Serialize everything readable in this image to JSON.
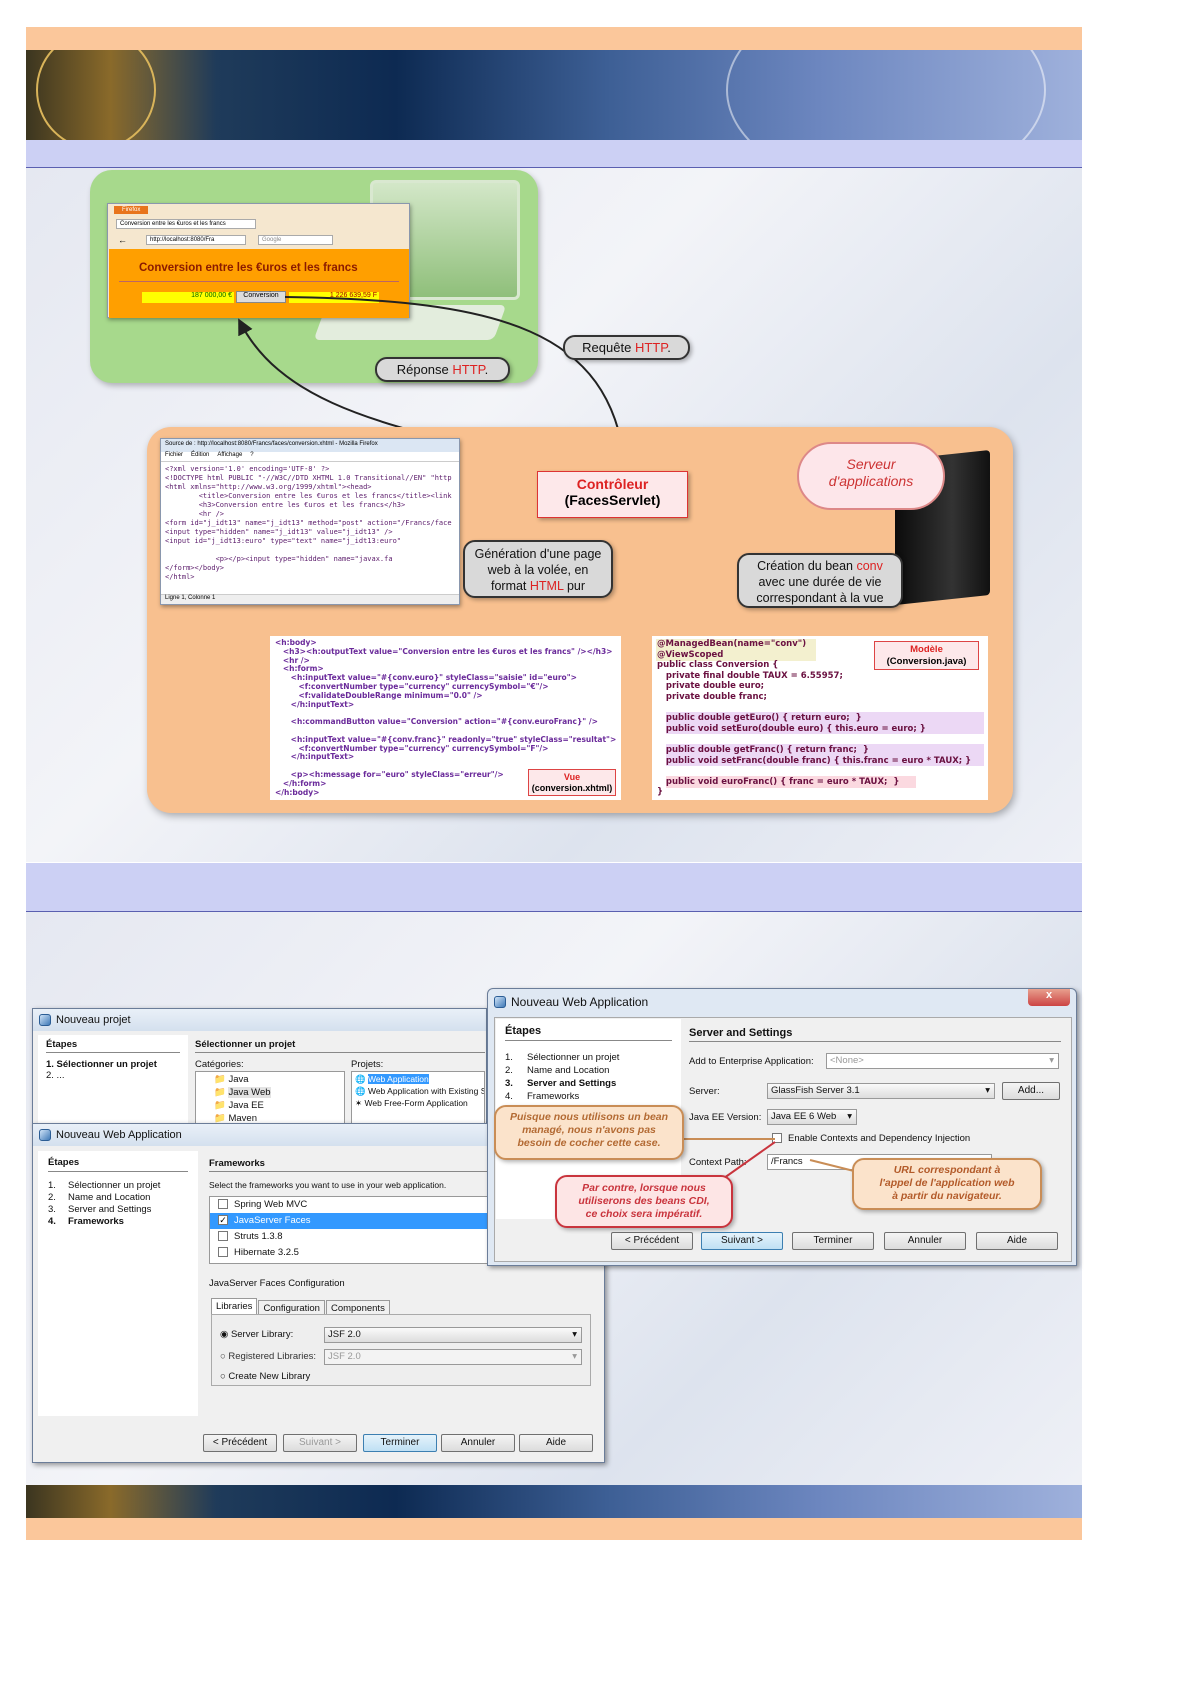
{
  "browser": {
    "menu": "Firefox",
    "tab": "Conversion entre les €uros et les francs",
    "url": "http://localhost:8080/Fra",
    "search": "Google",
    "heading": "Conversion entre les €uros et les francs",
    "euro_value": "187 000,00 €",
    "button": "Conversion",
    "franc_value": "1 226 639,59 F"
  },
  "bubbles": {
    "request_prefix": "Requête ",
    "request_http": "HTTP",
    "request_suffix": ".",
    "response_prefix": "Réponse ",
    "response_http": "HTTP",
    "response_suffix": ".",
    "generation_1": "Génération d'une page",
    "generation_2": "web  à la volée, en",
    "generation_3_prefix": "format ",
    "generation_3_html": "HTML",
    "generation_3_suffix": " pur",
    "creation_1_prefix": "Création du bean ",
    "creation_1_conv": "conv",
    "creation_2": "avec une durée de vie",
    "creation_3": "correspondant à la vue"
  },
  "controller": {
    "line1": "Contrôleur",
    "line2": "(FacesServlet)"
  },
  "server_cloud": {
    "line1": "Serveur",
    "line2": "d'applications"
  },
  "source_window": {
    "title": "Source de : http://localhost:8080/Francs/faces/conversion.xhtml - Mozilla Firefox",
    "menu": [
      "Fichier",
      "Édition",
      "Affichage",
      "?"
    ],
    "lines": [
      "<?xml version='1.0' encoding='UTF-8' ?>",
      "<!DOCTYPE html PUBLIC \"-//W3C//DTD XHTML 1.0 Transitional//EN\" \"http",
      "<html xmlns=\"http://www.w3.org/1999/xhtml\"><head>",
      "        <title>Conversion entre les €uros et les francs</title><link",
      "        <h3>Conversion entre les €uros et les francs</h3>",
      "        <hr />",
      "<form id=\"j_idt13\" name=\"j_idt13\" method=\"post\" action=\"/Francs/face",
      "<input type=\"hidden\" name=\"j_idt13\" value=\"j_idt13\" />",
      "<input id=\"j_idt13:euro\" type=\"text\" name=\"j_idt13:euro\"",
      "",
      "            <p></p><input type=\"hidden\" name=\"javax.fa",
      "</form></body>",
      "</html>"
    ],
    "status": "Ligne 1, Colonne 1"
  },
  "view_code": {
    "label1": "Vue",
    "label2": "(conversion.xhtml)",
    "lines": [
      "<h:body>",
      "   <h3><h:outputText value=\"Conversion entre les €uros et les francs\" /></h3>",
      "   <hr />",
      "   <h:form>",
      "      <h:inputText value=\"#{conv.euro}\" styleClass=\"saisie\" id=\"euro\">",
      "         <f:convertNumber type=\"currency\" currencySymbol=\"€\"/>",
      "         <f:validateDoubleRange minimum=\"0.0\" />",
      "      </h:inputText>",
      "",
      "      <h:commandButton value=\"Conversion\" action=\"#{conv.euroFranc}\" />",
      "",
      "      <h:inputText value=\"#{conv.franc}\" readonly=\"true\" styleClass=\"resultat\">",
      "         <f:convertNumber type=\"currency\" currencySymbol=\"F\"/>",
      "      </h:inputText>",
      "",
      "      <p><h:message for=\"euro\" styleClass=\"erreur\"/>",
      "   </h:form>",
      "</h:body>"
    ]
  },
  "model_code": {
    "label1": "Modèle",
    "label2": "(Conversion.java)",
    "lines": [
      "@ManagedBean(name=\"conv\")",
      "@ViewScoped",
      "public class Conversion {",
      "   private final double TAUX = 6.55957;",
      "   private double euro;",
      "   private double franc;",
      "",
      "   public double getEuro() { return euro;  }",
      "   public void setEuro(double euro) { this.euro = euro; }",
      "",
      "   public double getFranc() { return franc;  }",
      "   public void setFranc(double franc) { this.franc = euro * TAUX; }",
      "",
      "   public void euroFranc() { franc = euro * TAUX;  }",
      "}"
    ]
  },
  "dialog_project": {
    "title": "Nouveau projet",
    "steps_header": "Étapes",
    "steps": [
      "1.   Sélectionner un projet",
      "2.   ..."
    ],
    "panel_header": "Sélectionner un projet",
    "categories_label": "Catégories:",
    "categories": [
      "Java",
      "Java Web",
      "Java EE",
      "Maven"
    ],
    "projects_label": "Projets:",
    "projects": [
      "Web Application",
      "Web Application with Existing So",
      "Web Free-Form Application"
    ]
  },
  "dialog_frameworks": {
    "title": "Nouveau Web Application",
    "steps_header": "Étapes",
    "steps": [
      "1.",
      "2.",
      "3.",
      "4."
    ],
    "step_labels": [
      "Sélectionner un projet",
      "Name and Location",
      "Server and Settings",
      "Frameworks"
    ],
    "panel_header": "Frameworks",
    "instruction": "Select the frameworks you want to use in your web application.",
    "frameworks": [
      "Spring Web MVC",
      "JavaServer Faces",
      "Struts 1.3.8",
      "Hibernate 3.2.5"
    ],
    "config_label": "JavaServer Faces Configuration",
    "tabs": [
      "Libraries",
      "Configuration",
      "Components"
    ],
    "server_library_label": "Server Library:",
    "server_library_value": "JSF 2.0",
    "registered_label": "Registered Libraries:",
    "registered_value": "JSF 2.0",
    "create_label": "Create New Library",
    "buttons": {
      "prev": "< Précédent",
      "next": "Suivant >",
      "finish": "Terminer",
      "cancel": "Annuler",
      "help": "Aide"
    }
  },
  "dialog_server": {
    "title": "Nouveau Web Application",
    "close": "x",
    "steps_header": "Étapes",
    "steps": [
      "1.",
      "2.",
      "3.",
      "4."
    ],
    "step_labels": [
      "Sélectionner un projet",
      "Name and Location",
      "Server and Settings",
      "Frameworks"
    ],
    "panel_header": "Server and Settings",
    "enterprise_label": "Add to Enterprise Application:",
    "enterprise_value": "<None>",
    "server_label": "Server:",
    "server_value": "GlassFish Server 3.1",
    "add_button": "Add...",
    "javaee_label": "Java EE Version:",
    "javaee_value": "Java EE 6 Web",
    "cdi_label": "Enable Contexts and Dependency Injection",
    "context_label": "Context Path:",
    "context_value": "/Francs",
    "buttons": {
      "prev": "< Précédent",
      "next": "Suivant >",
      "finish": "Terminer",
      "cancel": "Annuler",
      "help": "Aide"
    }
  },
  "callouts": {
    "bean": [
      "Puisque nous utilisons un bean",
      "managé, nous n'avons pas",
      "besoin de cocher cette case."
    ],
    "cdi": [
      "Par contre, lorsque nous",
      "utiliserons des beans CDI,",
      "ce choix sera impératif."
    ],
    "url": [
      "URL correspondant à",
      "l'appel de l'application web",
      "à partir du navigateur."
    ]
  }
}
